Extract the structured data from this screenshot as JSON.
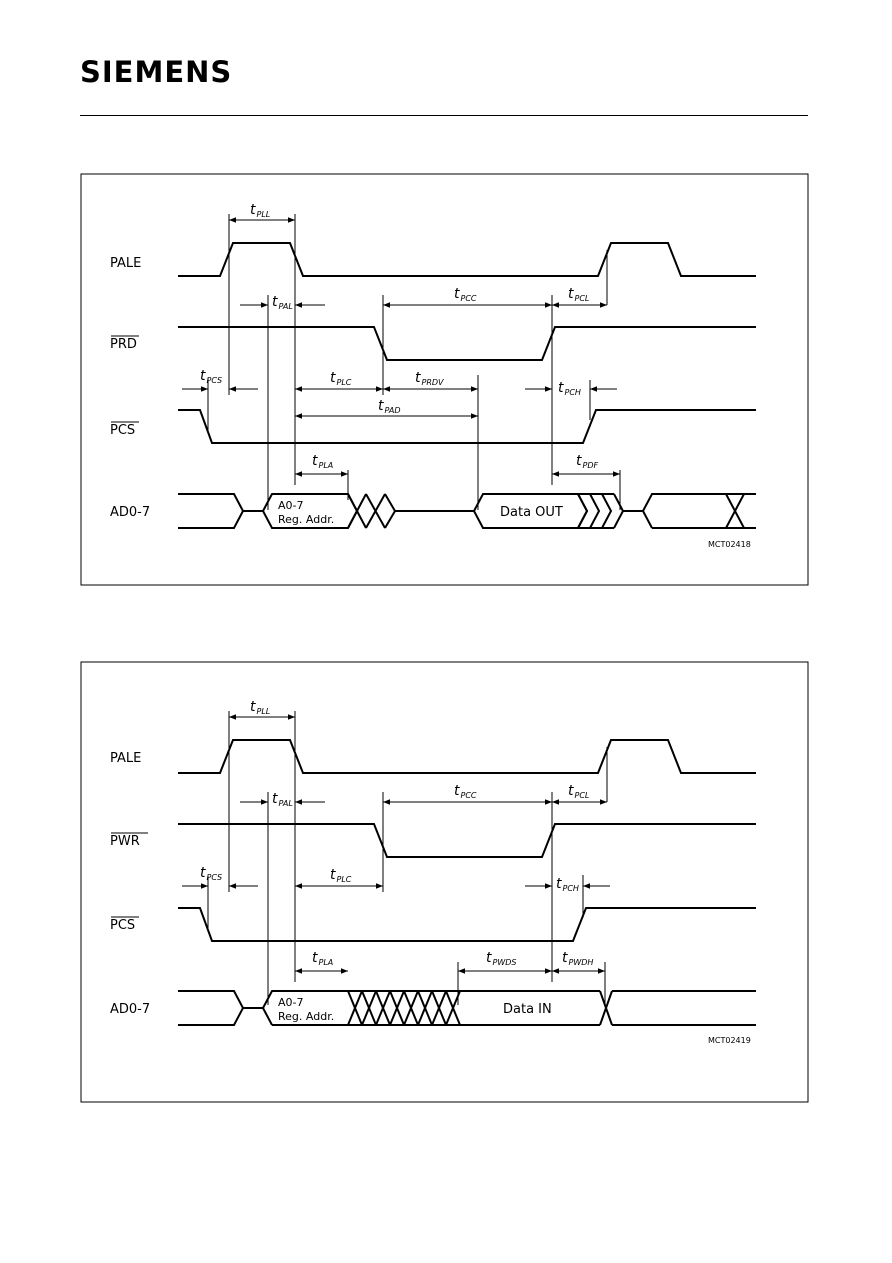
{
  "header": {
    "brand": "SIEMENS"
  },
  "diagrams": [
    {
      "id": "MCT02418",
      "signals": [
        "PALE",
        "PRD",
        "PCS",
        "AD0-7"
      ],
      "bus_labels": {
        "address_line1": "A0-7",
        "address_line2": "Reg. Addr.",
        "data": "Data OUT"
      },
      "timing": [
        "PLL",
        "PAL",
        "PCC",
        "PCL",
        "PCS",
        "PLC",
        "PRDV",
        "PCH",
        "PAD",
        "PLA",
        "PDF"
      ],
      "code": "MCT02418"
    },
    {
      "id": "MCT02419",
      "signals": [
        "PALE",
        "PWR",
        "PCS",
        "AD0-7"
      ],
      "bus_labels": {
        "address_line1": "A0-7",
        "address_line2": "Reg. Addr.",
        "data": "Data IN"
      },
      "timing": [
        "PLL",
        "PAL",
        "PCC",
        "PCL",
        "PCS",
        "PLC",
        "PCH",
        "PLA",
        "PWDS",
        "PWDH"
      ],
      "code": "MCT02419"
    }
  ]
}
